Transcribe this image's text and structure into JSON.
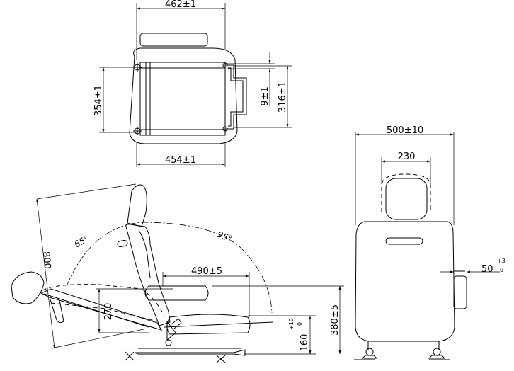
{
  "top_view": {
    "overall_width": "462±1",
    "inner_width": "454±1",
    "depth": "354±1",
    "rail_width": "316±1",
    "offset": "9±1"
  },
  "front_view": {
    "overall_width": "500±10",
    "headrest_width": "230",
    "armrest_offset": "50",
    "armrest_tol_upper": "+3",
    "armrest_tol_lower": "0"
  },
  "side_view": {
    "backrest_length": "800",
    "recline_forward_angle": "65°",
    "recline_back_angle": "95°",
    "armrest_length": "490±5",
    "legrest_length": "270",
    "seat_height": "380±5",
    "slide_height": "160",
    "slide_tol_upper": "+10",
    "slide_tol_lower": "0"
  }
}
